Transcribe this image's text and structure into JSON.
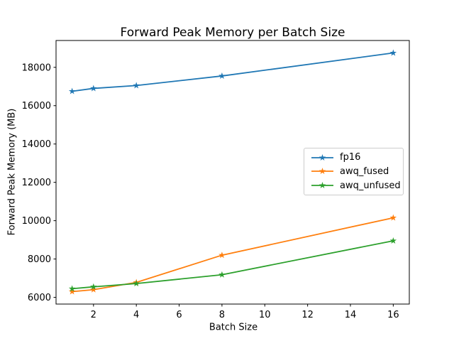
{
  "chart_data": {
    "type": "line",
    "title": "Forward Peak Memory per Batch Size",
    "xlabel": "Batch Size",
    "ylabel": "Forward Peak Memory (MB)",
    "x": [
      1,
      2,
      4,
      8,
      16
    ],
    "series": [
      {
        "name": "fp16",
        "color": "#1f77b4",
        "marker": "star",
        "values": [
          16750,
          16900,
          17050,
          17550,
          18750
        ]
      },
      {
        "name": "awq_fused",
        "color": "#ff7f0e",
        "marker": "star",
        "values": [
          6300,
          6400,
          6780,
          8200,
          10150
        ]
      },
      {
        "name": "awq_unfused",
        "color": "#2ca02c",
        "marker": "star",
        "values": [
          6450,
          6550,
          6720,
          7180,
          8950
        ]
      }
    ],
    "xticks": [
      2,
      4,
      6,
      8,
      10,
      12,
      14,
      16
    ],
    "yticks": [
      6000,
      8000,
      10000,
      12000,
      14000,
      16000,
      18000
    ],
    "xlim": [
      0.25,
      16.75
    ],
    "ylim": [
      5650,
      19400
    ],
    "grid": false,
    "legend_position": "center-right",
    "background_color": "#ffffff",
    "axes_edge_color": "#000000"
  }
}
